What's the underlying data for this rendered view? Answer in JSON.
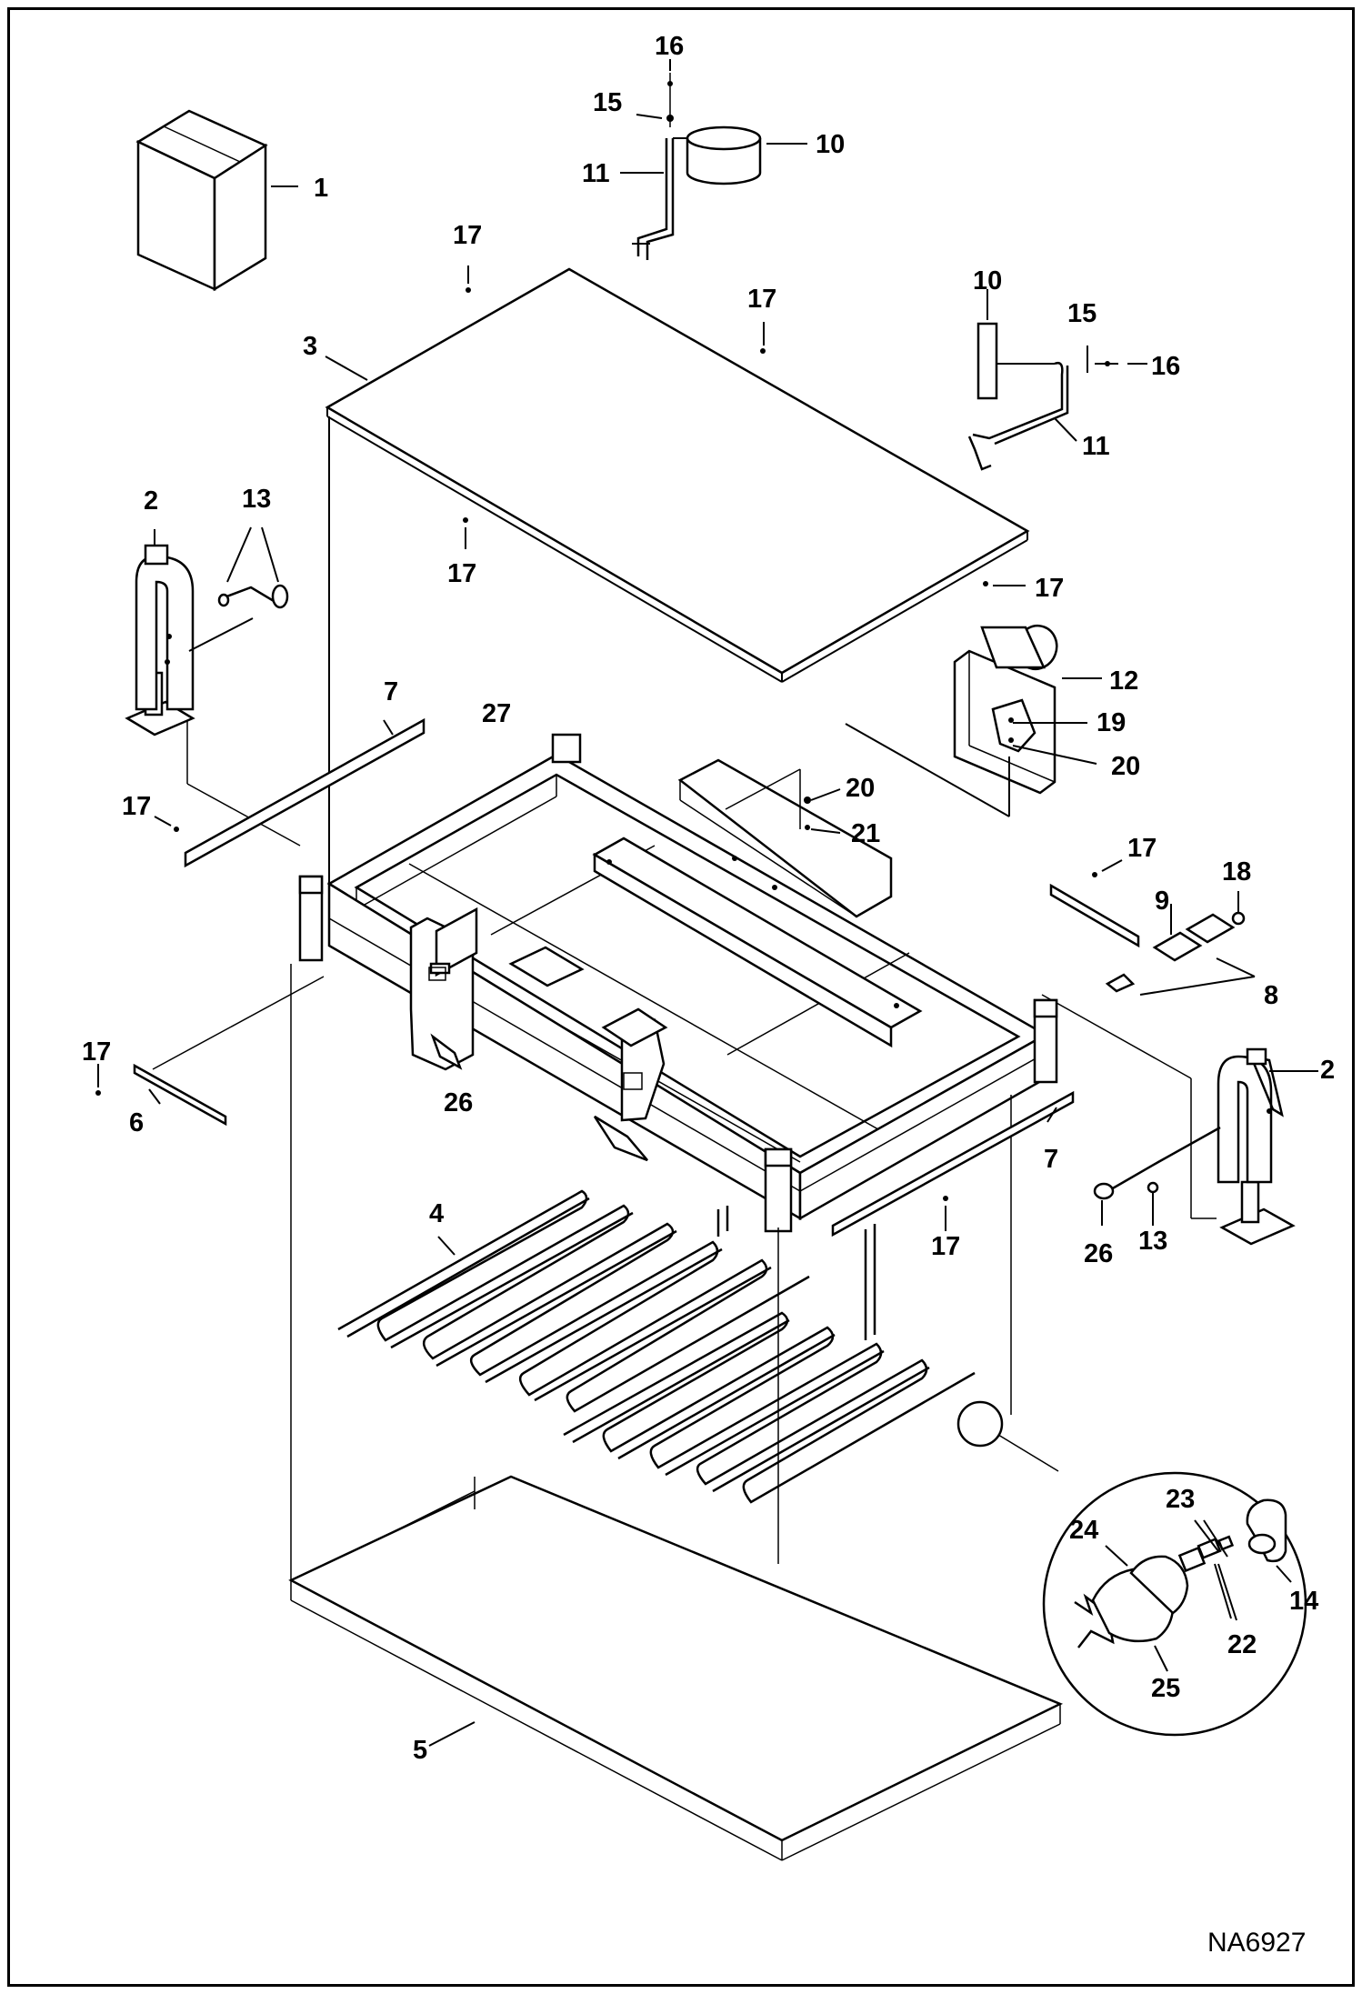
{
  "drawing": {
    "code": "NA6927",
    "callouts": [
      {
        "id": "c1",
        "label": "1"
      },
      {
        "id": "c2a",
        "label": "2"
      },
      {
        "id": "c2b",
        "label": "2"
      },
      {
        "id": "c3",
        "label": "3"
      },
      {
        "id": "c4",
        "label": "4"
      },
      {
        "id": "c5",
        "label": "5"
      },
      {
        "id": "c6",
        "label": "6"
      },
      {
        "id": "c7a",
        "label": "7"
      },
      {
        "id": "c7b",
        "label": "7"
      },
      {
        "id": "c8",
        "label": "8"
      },
      {
        "id": "c9",
        "label": "9"
      },
      {
        "id": "c10a",
        "label": "10"
      },
      {
        "id": "c10b",
        "label": "10"
      },
      {
        "id": "c11a",
        "label": "11"
      },
      {
        "id": "c11b",
        "label": "11"
      },
      {
        "id": "c12",
        "label": "12"
      },
      {
        "id": "c13a",
        "label": "13"
      },
      {
        "id": "c13b",
        "label": "13"
      },
      {
        "id": "c14",
        "label": "14"
      },
      {
        "id": "c15a",
        "label": "15"
      },
      {
        "id": "c15b",
        "label": "15"
      },
      {
        "id": "c16a",
        "label": "16"
      },
      {
        "id": "c16b",
        "label": "16"
      },
      {
        "id": "c17a",
        "label": "17"
      },
      {
        "id": "c17b",
        "label": "17"
      },
      {
        "id": "c17c",
        "label": "17"
      },
      {
        "id": "c17d",
        "label": "17"
      },
      {
        "id": "c17e",
        "label": "17"
      },
      {
        "id": "c17f",
        "label": "17"
      },
      {
        "id": "c17g",
        "label": "17"
      },
      {
        "id": "c17h",
        "label": "17"
      },
      {
        "id": "c18",
        "label": "18"
      },
      {
        "id": "c19",
        "label": "19"
      },
      {
        "id": "c20a",
        "label": "20"
      },
      {
        "id": "c20b",
        "label": "20"
      },
      {
        "id": "c21",
        "label": "21"
      },
      {
        "id": "c22",
        "label": "22"
      },
      {
        "id": "c23",
        "label": "23"
      },
      {
        "id": "c24",
        "label": "24"
      },
      {
        "id": "c25",
        "label": "25"
      },
      {
        "id": "c26a",
        "label": "26"
      },
      {
        "id": "c26b",
        "label": "26"
      },
      {
        "id": "c27",
        "label": "27"
      }
    ]
  }
}
